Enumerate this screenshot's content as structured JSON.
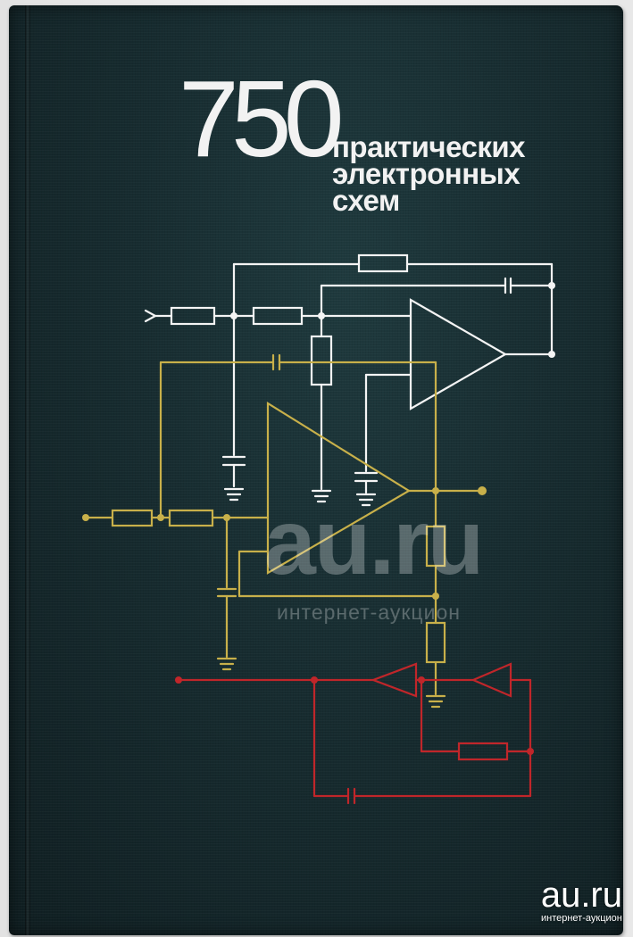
{
  "cover": {
    "number": "750",
    "title_lines": [
      "практических",
      "электронных",
      "схем"
    ]
  },
  "watermark": {
    "main": "au.ru",
    "sub": "интернет-аукцион"
  },
  "corner_mark": {
    "main": "au.ru",
    "sub": "интернет-аукцион"
  },
  "colors": {
    "cover": "#182f33",
    "white_circuit": "#f4f4f4",
    "gold_circuit": "#c8b04a",
    "red_circuit": "#c0262a",
    "title_text": "#f2f2f2"
  }
}
